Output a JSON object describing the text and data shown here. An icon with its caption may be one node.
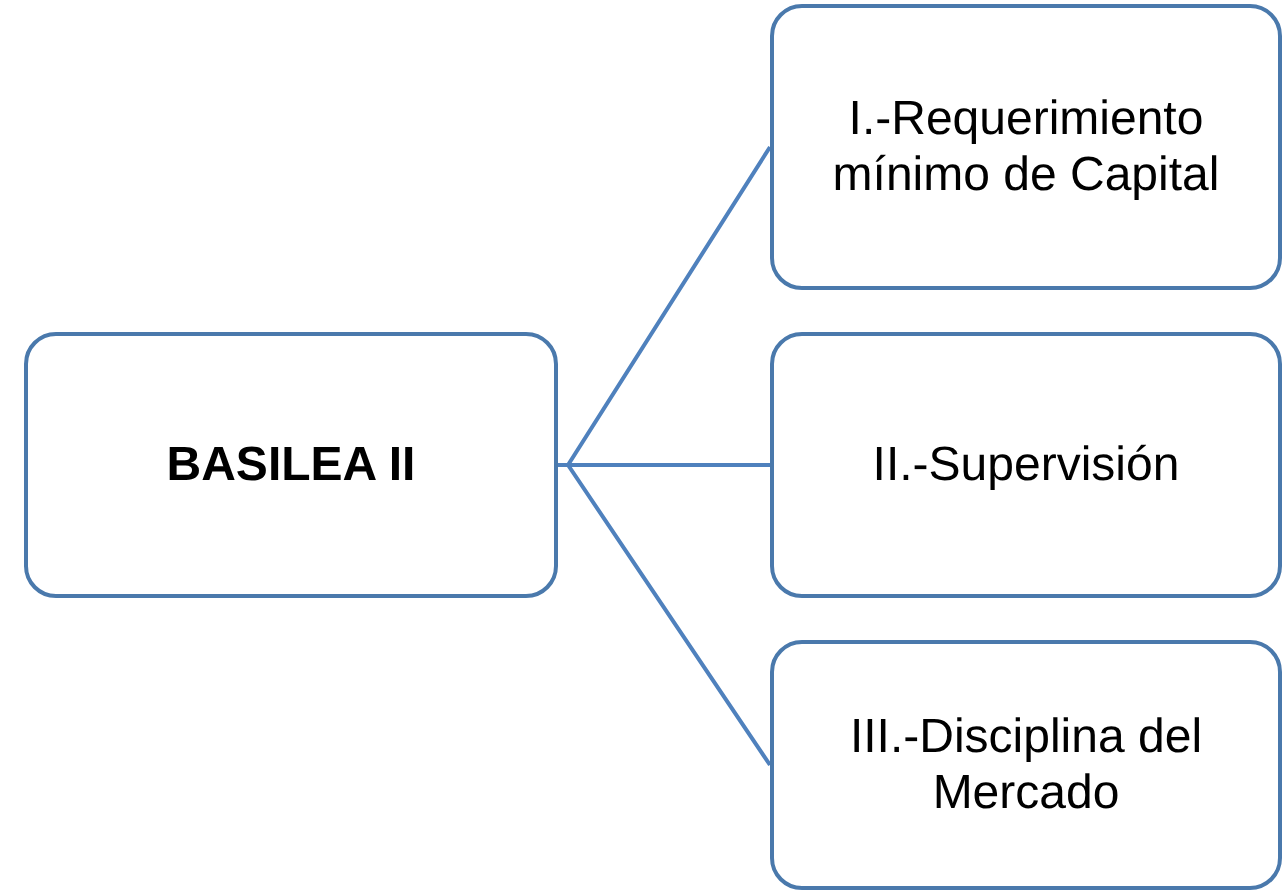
{
  "diagram": {
    "nodes": [
      {
        "text": [
          "BASILEA II"
        ]
      },
      {
        "text": [
          "I.-Requerimiento mínimo de Capital"
        ]
      },
      {
        "text": [
          "II.-Supervisión"
        ]
      },
      {
        "text": [
          "III.-Disciplina del Mercado"
        ]
      }
    ],
    "edges": [
      {
        "from": 0,
        "to": 1,
        "arrow": "none"
      },
      {
        "from": 0,
        "to": 2,
        "arrow": "none"
      },
      {
        "from": 0,
        "to": 3,
        "arrow": "none"
      }
    ]
  }
}
